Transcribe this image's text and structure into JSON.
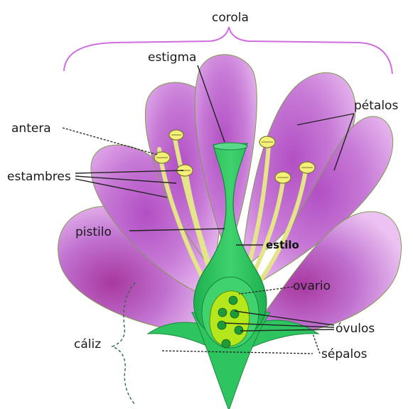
{
  "labels": {
    "corola": "corola",
    "estigma": "estigma",
    "petalos": "pétalos",
    "antera": "antera",
    "estambres": "estambres",
    "pistilo": "pistilo",
    "estilo": "estilo",
    "ovario": "ovario",
    "ovulos": "óvulos",
    "caliz": "cáliz",
    "sepalos": "sépalos"
  },
  "colors": {
    "petal": "#b24fc4",
    "petal_light": "#e6b4ee",
    "pistil": "#22c25a",
    "sepal": "#2ec45f",
    "ovary": "#b4e81c",
    "ovule": "#1f9a3a",
    "anther": "#f5f07a",
    "filament": "#e4e48a",
    "bracket": "#cf6ee0"
  }
}
